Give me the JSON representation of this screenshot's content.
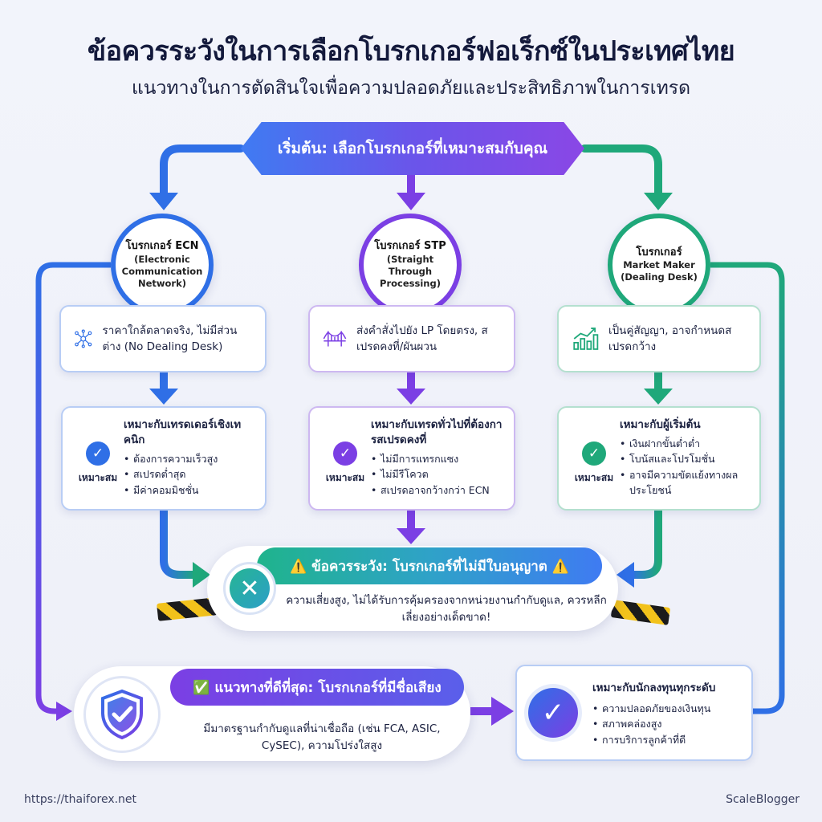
{
  "header": {
    "title": "ข้อควรระวังในการเลือกโบรกเกอร์ฟอเร็กซ์ในประเทศไทย",
    "subtitle": "แนวทางในการตัดสินใจเพื่อความปลอดภัยและประสิทธิภาพในการเทรด"
  },
  "start": {
    "label": "เริ่มต้น: เลือกโบรกเกอร์ที่เหมาะสมกับคุณ"
  },
  "brokers": [
    {
      "title": "โบรกเกอร์ ECN",
      "subtitle": "(Electronic Communication Network)",
      "description": "ราคาใกล้ตลาดจริง, ไม่มีส่วนต่าง (No Dealing Desk)",
      "description_icon": "network-nodes-icon",
      "suit_label": "เหมาะสม",
      "suit_heading": "เหมาะกับเทรดเดอร์เชิงเทคนิก",
      "suit_items": [
        "ต้องการความเร็วสูง",
        "สเปรดต่ำสุด",
        "มีค่าคอมมิชชั่น"
      ],
      "color": "#2f6fe6"
    },
    {
      "title": "โบรกเกอร์ STP",
      "subtitle": "(Straight Through Processing)",
      "description": "ส่งคำสั่งไปยัง LP โดยตรง, สเปรดคงที่/ผันผวน",
      "description_icon": "bridge-icon",
      "suit_label": "เหมาะสม",
      "suit_heading": "เหมาะกับเทรดทั่วไปที่ต้องการสเปรดคงที่",
      "suit_items": [
        "ไม่มีการแทรกแซง",
        "ไม่มีรีโควต",
        "สเปรดอาจกว้างกว่า ECN"
      ],
      "color": "#7b3fe4"
    },
    {
      "title": "โบรกเกอร์",
      "subtitle": "Market Maker (Dealing Desk)",
      "description": "เป็นคู่สัญญา, อาจกำหนดสเปรดกว้าง",
      "description_icon": "bar-chart-icon",
      "suit_label": "เหมาะสม",
      "suit_heading": "เหมาะกับผู้เริ่มต้น",
      "suit_items": [
        "เงินฝากขั้นต่ำต่ำ",
        "โบนัสและโปรโมชั่น",
        "อาจมีความขัดแย้งทางผลประโยชน์"
      ],
      "color": "#1fa87a"
    }
  ],
  "warning": {
    "title": "⚠️ ข้อควรระวัง: โบรกเกอร์ที่ไม่มีใบอนุญาต ⚠️",
    "text": "ความเสี่ยงสูง, ไม่ได้รับการคุ้มครองจากหน่วยงานกำกับดูแล, ควรหลีกเลี่ยงอย่างเด็ดขาด!",
    "icon": "x-circle-icon"
  },
  "best": {
    "title": "✅ แนวทางที่ดีที่สุด: โบรกเกอร์ที่มีชื่อเสียง",
    "text": "มีมาตรฐานกำกับดูแลที่น่าเชื่อถือ (เช่น FCA, ASIC, CySEC), ความโปร่งใสสูง",
    "icon": "shield-check-icon"
  },
  "all_levels": {
    "heading": "เหมาะกับนักลงทุนทุกระดับ",
    "items": [
      "ความปลอดภัยของเงินทุน",
      "สภาพคล่องสูง",
      "การบริการลูกค้าที่ดี"
    ],
    "icon": "check-circle-icon"
  },
  "footer": {
    "left": "https://thaiforex.net",
    "right": "ScaleBlogger"
  },
  "colors": {
    "blue": "#2f6fe6",
    "purple": "#7b3fe4",
    "green": "#1fa87a",
    "teal": "#26b594"
  }
}
